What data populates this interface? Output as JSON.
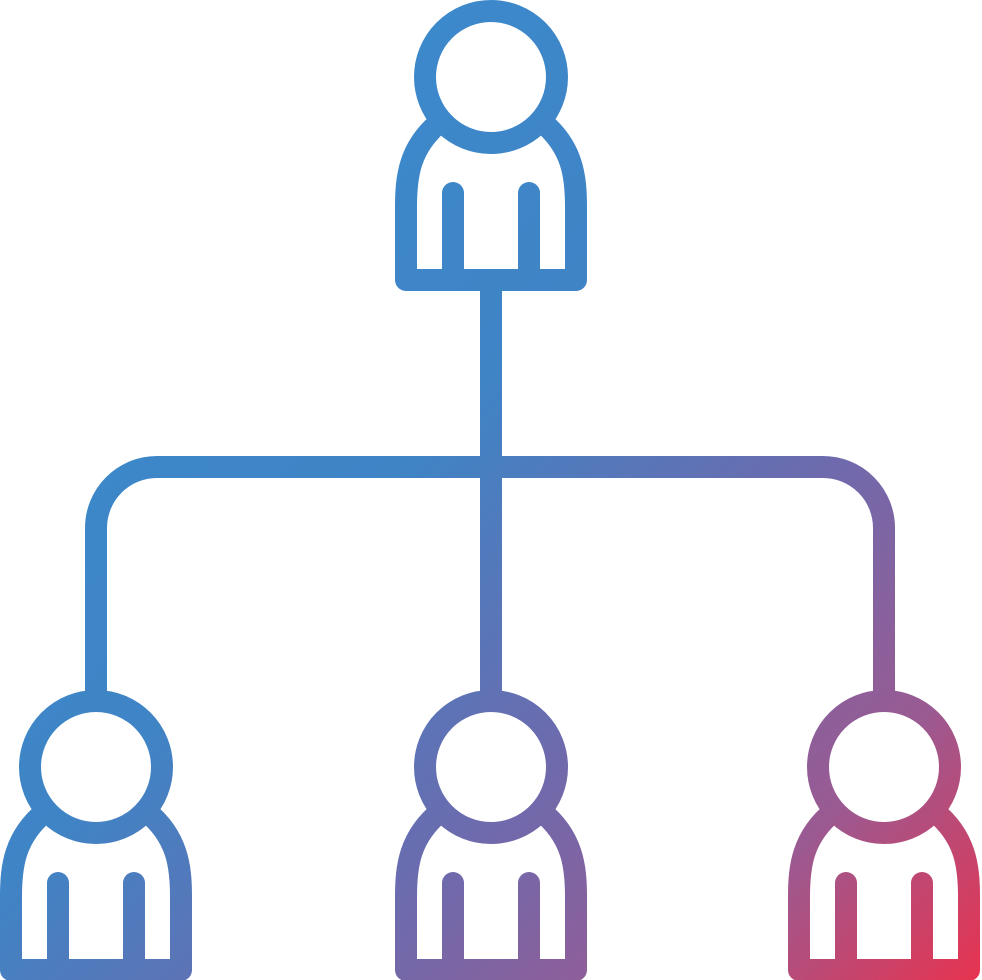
{
  "icon": {
    "name": "org-chart-icon",
    "style": "line",
    "stroke_gradient": [
      "#3A8CCF",
      "#3F84C5",
      "#6C6BAE",
      "#9A5A92",
      "#E8334F"
    ],
    "background": "#FFFFFF"
  },
  "diagram": {
    "kind": "hierarchy",
    "levels": 2,
    "nodes": [
      {
        "id": "top-person",
        "level": 0,
        "parent": null
      },
      {
        "id": "child-person-left",
        "level": 1,
        "parent": "top-person"
      },
      {
        "id": "child-person-center",
        "level": 1,
        "parent": "top-person"
      },
      {
        "id": "child-person-right",
        "level": 1,
        "parent": "top-person"
      }
    ]
  }
}
